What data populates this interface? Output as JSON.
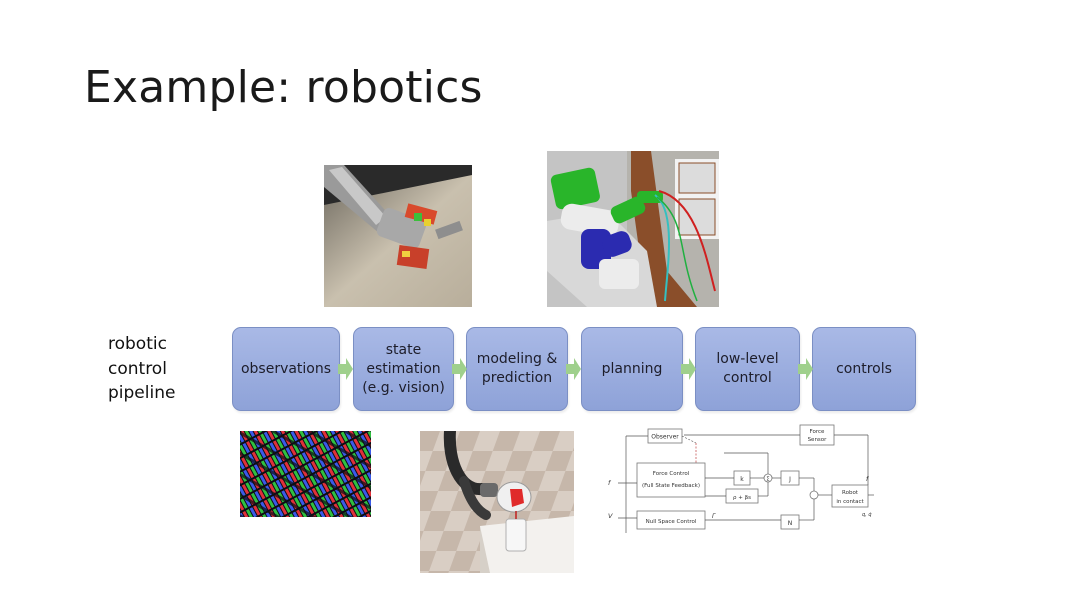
{
  "slide": {
    "title": "Example: robotics",
    "side_label": [
      "robotic",
      "control",
      "pipeline"
    ]
  },
  "pipeline": {
    "stages": [
      {
        "lines": [
          "observations"
        ]
      },
      {
        "lines": [
          "state",
          "estimation",
          "(e.g. vision)"
        ]
      },
      {
        "lines": [
          "modeling &",
          "prediction"
        ]
      },
      {
        "lines": [
          "planning"
        ]
      },
      {
        "lines": [
          "low-level",
          "control"
        ]
      },
      {
        "lines": [
          "controls"
        ]
      }
    ]
  },
  "images": {
    "grasp_photo": "robot-hand-grasp-icon",
    "pr2_sim": "pr2-kitchen-sim-icon",
    "pixels": "rgb-pixel-grid-icon",
    "pouring_sim": "robot-arm-pouring-icon",
    "control_diagram": "force-control-block-diagram"
  },
  "control_diagram": {
    "observer": "Observer",
    "force_sensor": [
      "Force",
      "Sensor"
    ],
    "force_control": [
      "Force Control",
      "(Full State Feedback)"
    ],
    "null_space": "Null Space Control",
    "robot": [
      "Robot",
      "in contact"
    ],
    "input_f": "f",
    "input_v": "V",
    "k_block": "k",
    "damp_block": "ρ + βs",
    "jt_block": "J",
    "nt_block": "N",
    "tau_label": "Γ",
    "sum_symbol": "Σ",
    "out_f": "f",
    "out_q": "q, q̇"
  },
  "colors": {
    "stage_fill_top": "#a9b9e6",
    "stage_fill_bottom": "#8ea2d8",
    "stage_border": "#7b8fc4",
    "arrow": "#9fd08c"
  }
}
